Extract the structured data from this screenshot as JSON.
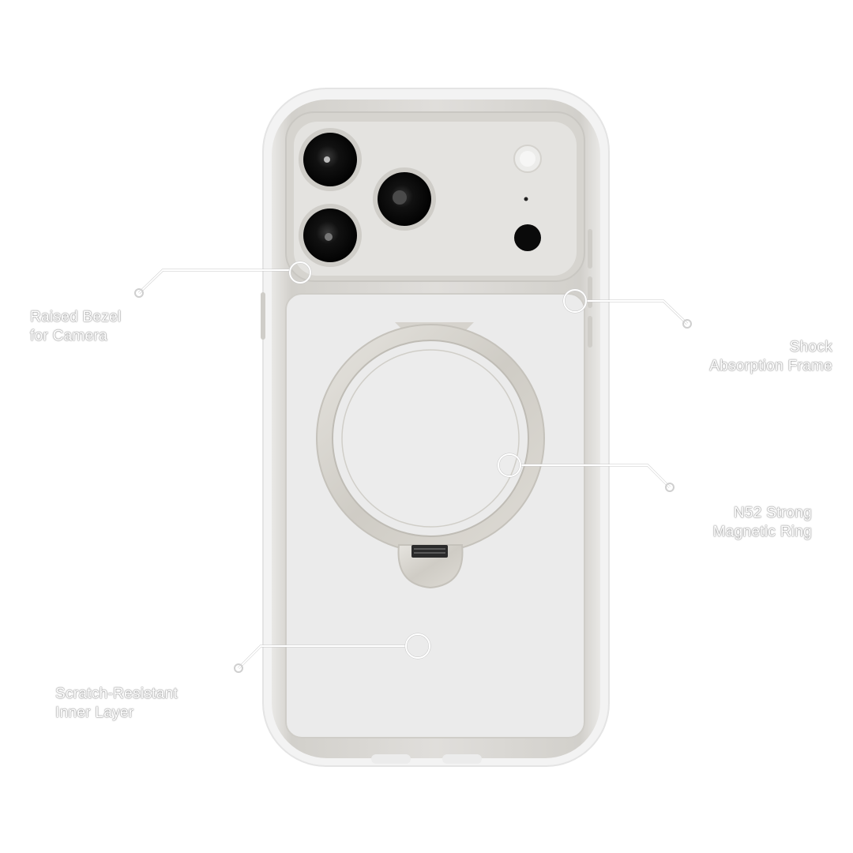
{
  "callouts": {
    "raised_bezel": {
      "line1": "Raised Bezel",
      "line2": "for Camera"
    },
    "shock_frame": {
      "line1": "Shock",
      "line2": "Absorption Frame"
    },
    "magnetic_ring": {
      "line1": "N52 Strong",
      "line2": "Magnetic Ring"
    },
    "inner_layer": {
      "line1": "Scratch-Resistant",
      "line2": "Inner Layer"
    }
  },
  "colors": {
    "case_frame": "#dcdad6",
    "case_back": "#ededed",
    "ring": "#d4d1cb",
    "camera_island": "#e3e2df",
    "lens": "#0d0d0d",
    "callout_line": "#ffffff"
  }
}
